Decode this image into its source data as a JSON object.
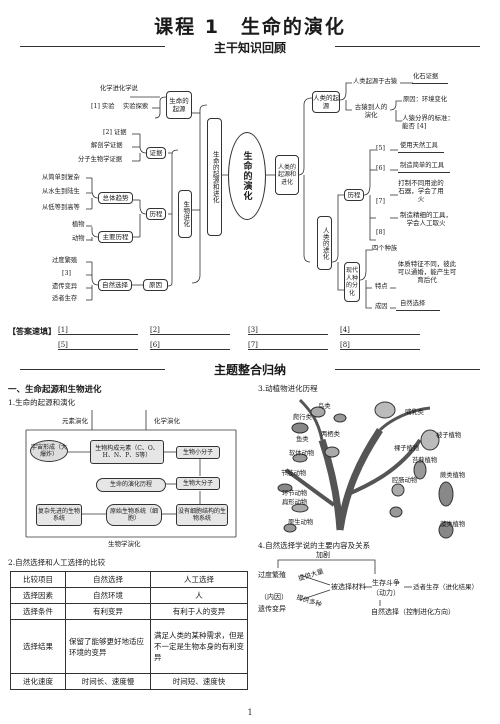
{
  "page": {
    "title": "课程 1　生命的演化",
    "section1_title": "主干知识回顾",
    "section2_title": "主题整合归纳",
    "page_number": "1"
  },
  "mindmap": {
    "center": "生命的演化",
    "left_trunk": "生命的起源和进化",
    "right_trunk": "人类的起源和进化",
    "origin": "生命的起源",
    "chem_hypothesis": "化学进化学说",
    "blank1": "[1] 实验",
    "exp_explore": "实验探索",
    "blank2": "[2] 证据",
    "evidence": "证据",
    "anatomy_evidence": "解剖学证据",
    "molecular_evidence": "分子生物学证据",
    "bio_evolution": "生物进化",
    "history": "历程",
    "trend1": "从简单到复杂",
    "trend2": "从水生到陆生",
    "trend3": "从低等到高等",
    "overall_trend": "总体趋势",
    "plant": "植物",
    "animal": "动物",
    "main_history": "主要历程",
    "overbreed": "过度繁殖",
    "blank3": "[3]",
    "heredity": "遗传变异",
    "survival": "适者生存",
    "natural_selection": "自然选择",
    "cause": "原因",
    "human_origin": "人类的起源",
    "ancestor": "人类起源于古猿",
    "fossil_evidence": "化石证据",
    "ancient_human": "古猿到人的演化",
    "reason_env": "原因：环境变化",
    "human_animal_diff": "人猿分界的标准：能否 [4]",
    "human_evolution": "人类的进化",
    "human_history": "历程",
    "blank5": "[5]",
    "natural_tools": "使用天然工具",
    "blank6": "[6]",
    "make_simple_tools": "制造简单的工具",
    "blank7": "[7]",
    "stone_tools": "打制不同用途的石器，学会了用火",
    "blank8": "[8]",
    "fine_tools": "制造精细的工具，学会人工取火",
    "modern_human": "现代人种的分化",
    "four_races": "四个种族",
    "features": "特点",
    "feature_desc": "体质特征不同，彼此可以通婚，能产生可育后代",
    "cause2": "成因",
    "natural_sel2": "自然选择"
  },
  "answers": {
    "label": "【答案速填】",
    "items": [
      "[1]",
      "[2]",
      "[3]",
      "[4]",
      "[5]",
      "[6]",
      "[7]",
      "[8]"
    ]
  },
  "part1": {
    "heading": "一、生命起源和生物进化",
    "sub1": "1.生命的起源和演化",
    "element_evolution": "元素演化",
    "chem_evolution": "化学演化",
    "big_bang": "宇宙形成（大爆炸）",
    "bio_elements": "生物构成元素（C、O、H、N、P、S等）",
    "small_molecules": "生物小分子",
    "big_molecules": "生物大分子",
    "evolution_history": "生命的演化历程",
    "complex_systems": "复杂先进的生物系统",
    "primitive_systems": "原始生物系统（细胞）",
    "non_cell_systems": "没有细胞结构的生物系统",
    "bio_chem_evolution": "生物学演化",
    "sub2": "2.自然选择和人工选择的比较",
    "table": {
      "headers": [
        "比较项目",
        "自然选择",
        "人工选择"
      ],
      "rows": [
        [
          "选择因素",
          "自然环境",
          "人"
        ],
        [
          "选择条件",
          "有利变异",
          "有利于人的变异"
        ],
        [
          "选择结果",
          "保留了能够更好地适应环境的变异",
          "满足人类的某种需求，但是不一定是生物本身的有利变异"
        ],
        [
          "进化速度",
          "时间长、速度慢",
          "时间短、速度快"
        ]
      ]
    }
  },
  "part2": {
    "sub3": "3.动植物进化历程",
    "tree_labels": {
      "bird": "鸟类",
      "reptile": "爬行类",
      "mammal": "哺乳类",
      "fish": "鱼类",
      "amphibian": "两栖类",
      "angiosperm": "被子植物",
      "gymnosperm": "裸子植物",
      "mollusc": "软体动物",
      "arthropod": "节肢动物",
      "annelid": "环节动物",
      "flatworm": "扁形动物",
      "coelenterate": "腔肠动物",
      "fern": "蕨类植物",
      "moss": "苔藓植物",
      "protozoa": "原生动物",
      "algae": "藻类植物"
    },
    "sub4": "4.自然选择学说的主要内容及关系",
    "strengthen": "加剧",
    "overbreed": "过度繁殖",
    "provide_many": "提供大量",
    "struggle": "生存斗争",
    "power": "（动力）",
    "survival": "适者生存（进化结果）",
    "selective": "被选择材料",
    "inner": "（内因）",
    "heredity": "遗传变异",
    "provide_varied": "提供多种",
    "direction": "自然选择（控制进化方向）"
  }
}
